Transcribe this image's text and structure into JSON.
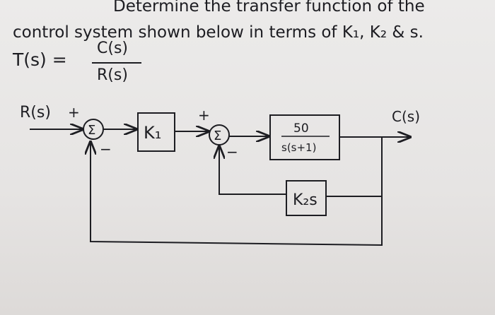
{
  "problem": {
    "line1": "Determine the transfer function of the",
    "line2": "control system shown below in terms of K₁, K₂ & s.",
    "tf_lhs": "T(s) =",
    "tf_num": "C(s)",
    "tf_den": "R(s)"
  },
  "diagram": {
    "input_label": "R(s)",
    "output_label": "C(s)",
    "sum1_symbol": "Σ",
    "sum1_plus": "+",
    "sum1_minus": "−",
    "gain1_label": "K₁",
    "sum2_symbol": "Σ",
    "sum2_plus": "+",
    "sum2_minus": "−",
    "plant_num": "50",
    "plant_den": "s(s+1)",
    "feedback_label": "K₂s"
  }
}
